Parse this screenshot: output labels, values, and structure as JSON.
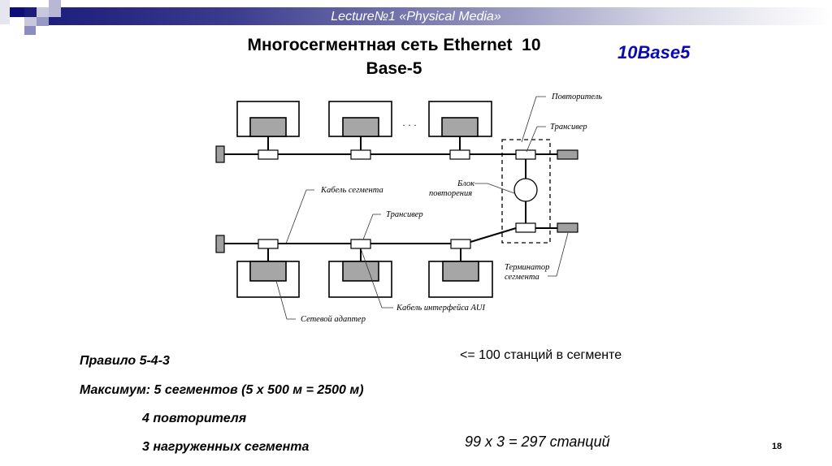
{
  "header": {
    "lecture_title": "Lecture№1 «Physical Media»",
    "bar_color_start": "#1a1a7a"
  },
  "slide": {
    "title_line1": "Многосегментная сеть Ethernet  10",
    "title_line2": "Base-5",
    "badge": "10Base5",
    "badge_color": "#0a0ab4",
    "page_number": "18"
  },
  "diagram": {
    "labels": {
      "repeater": "Повторитель",
      "transceiver_top": "Трансивер",
      "repeat_block_line1": "Блок",
      "repeat_block_line2": "повторения",
      "segment_cable": "Кабель сегмента",
      "transceiver_bottom": "Трансивер",
      "terminator_line1": "Терминатор",
      "terminator_line2": "сегмента",
      "aui_cable": "Кабель интерфейса AUI",
      "network_adapter": "Сетевой адаптер",
      "ellipsis": "· · ·"
    },
    "top_segment_stations": 3,
    "bottom_segment_stations": 3
  },
  "rules": {
    "rule_title": "Правило 5-4-3",
    "max_segments": "Максимум: 5 сегментов (5 х 500 м = 2500 м)",
    "repeaters": "4 повторителя",
    "loaded_segments": "3 нагруженных сегмента",
    "stations_per_segment": "<= 100 станций в сегменте",
    "total_stations": "99 х 3 = 297 станций"
  }
}
